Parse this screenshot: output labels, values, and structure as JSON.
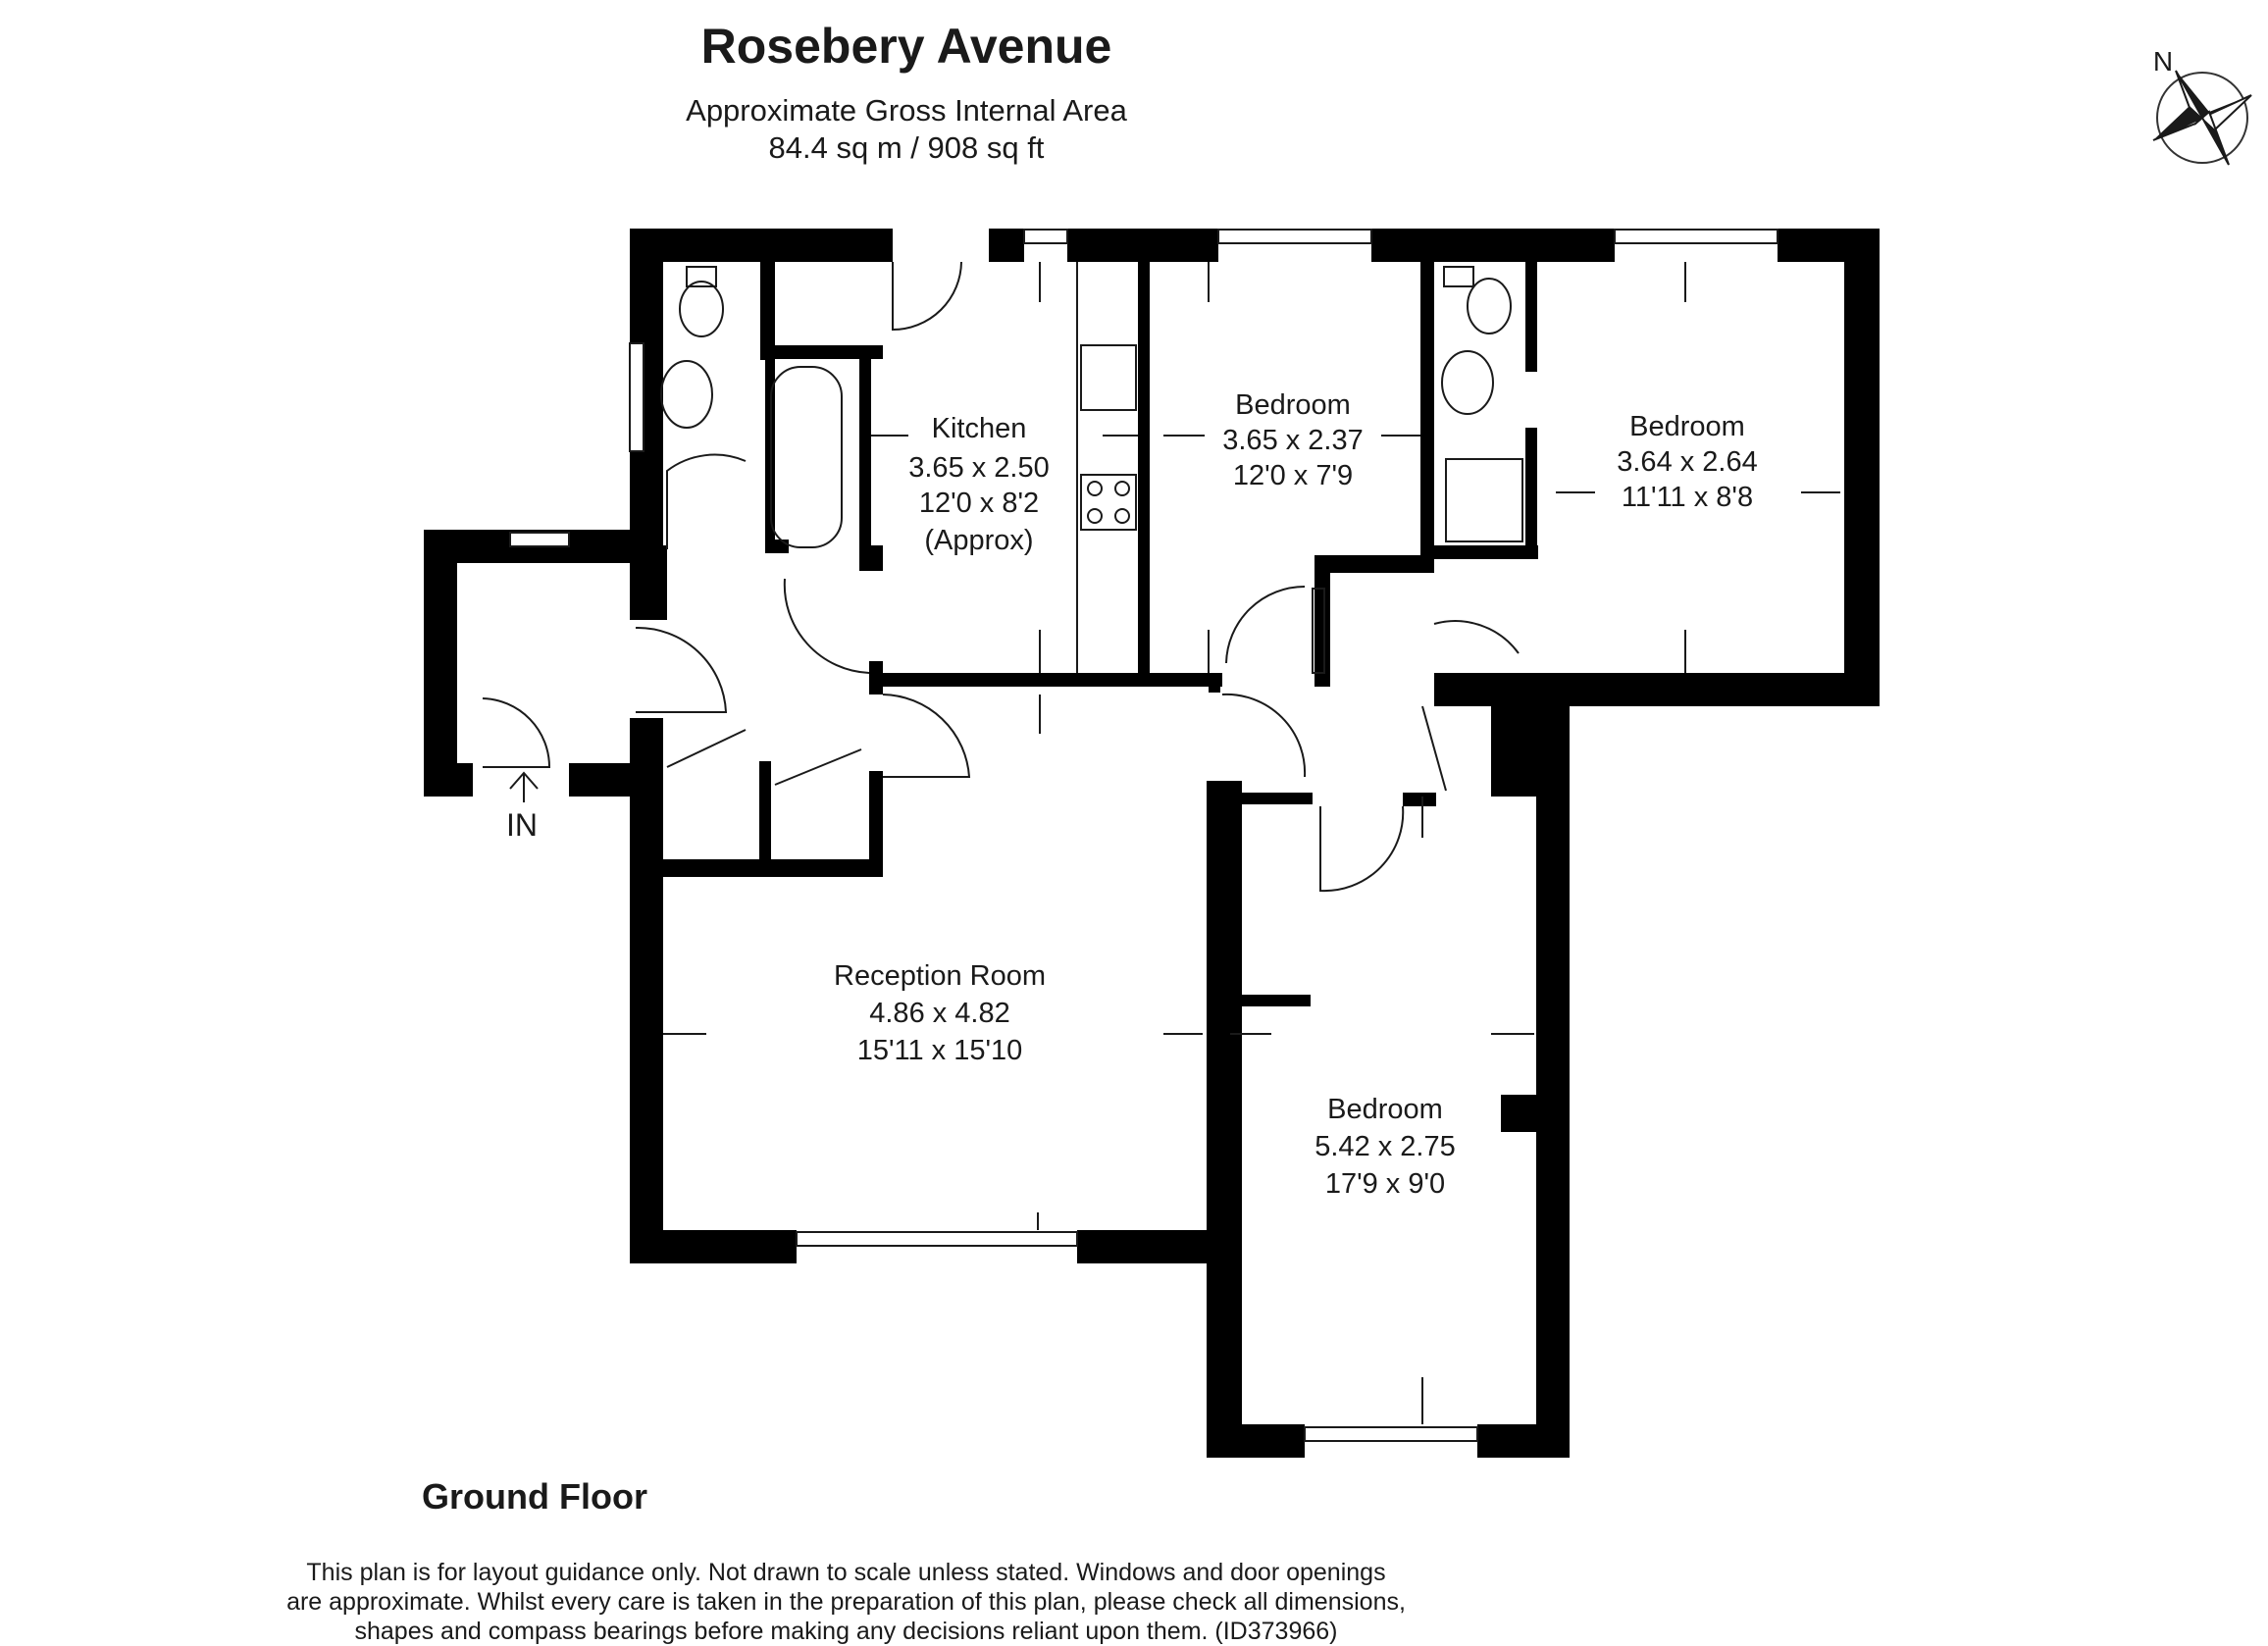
{
  "header": {
    "title": "Rosebery Avenue",
    "area_label": "Approximate Gross Internal Area",
    "area_value": "84.4 sq m / 908 sq ft"
  },
  "compass": {
    "north_label": "N"
  },
  "entrance": {
    "label": "IN"
  },
  "rooms": [
    {
      "id": "kitchen",
      "name": "Kitchen",
      "metric": "3.65 x 2.50",
      "imperial": "12'0 x 8'2",
      "note": "(Approx)"
    },
    {
      "id": "bedroom-1",
      "name": "Bedroom",
      "metric": "3.65 x 2.37",
      "imperial": "12'0 x 7'9"
    },
    {
      "id": "bedroom-2",
      "name": "Bedroom",
      "metric": "3.64 x 2.64",
      "imperial": "11'11 x 8'8"
    },
    {
      "id": "reception",
      "name": "Reception Room",
      "metric": "4.86 x 4.82",
      "imperial": "15'11 x 15'10"
    },
    {
      "id": "bedroom-3",
      "name": "Bedroom",
      "metric": "5.42 x 2.75",
      "imperial": "17'9 x 9'0"
    }
  ],
  "floor": {
    "label": "Ground Floor"
  },
  "disclaimer": {
    "line1": "This plan is for layout guidance only. Not drawn to scale unless stated. Windows and door openings",
    "line2": "are approximate. Whilst every care is taken in the preparation of this plan, please check all dimensions,",
    "line3": "shapes and compass bearings before making any decisions reliant upon them. (ID373966)"
  }
}
